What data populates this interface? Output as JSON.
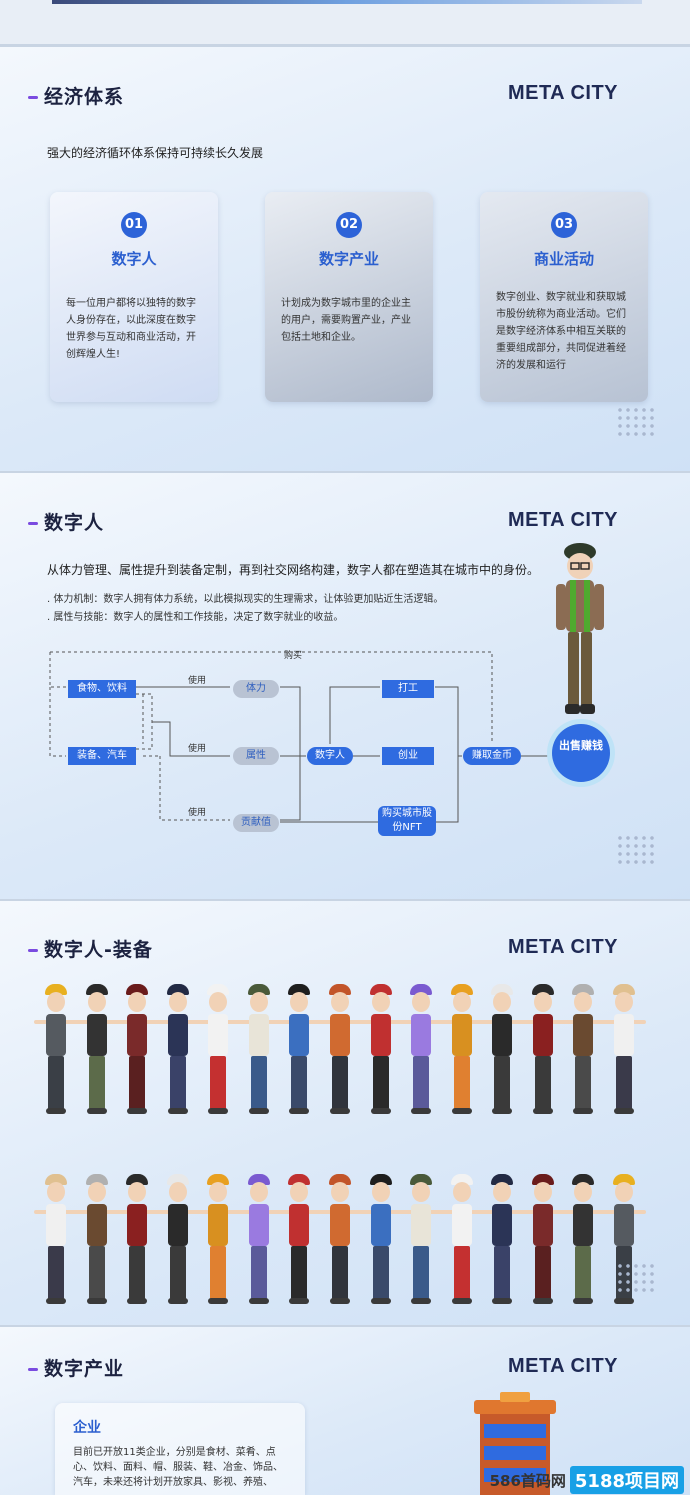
{
  "header": {},
  "economy": {
    "title": "经济体系",
    "brand": "META CITY",
    "subtitle": "强大的经济循环体系保持可持续长久发展",
    "cards": [
      {
        "num": "01",
        "title": "数字人",
        "body": "每一位用户都将以独特的数字人身份存在，以此深度在数字世界参与互动和商业活动，开创辉煌人生!"
      },
      {
        "num": "02",
        "title": "数字产业",
        "body": "计划成为数字城市里的企业主的用户，需要购置产业，产业包括土地和企业。"
      },
      {
        "num": "03",
        "title": "商业活动",
        "body": "数字创业、数字就业和获取城市股份统称为商业活动。它们是数字经济体系中相互关联的重要组成部分，共同促进着经济的发展和运行"
      }
    ]
  },
  "digital_human": {
    "title": "数字人",
    "brand": "META CITY",
    "intro": "从体力管理、属性提升到装备定制，再到社交网络构建，数字人都在塑造其在城市中的身份。",
    "bullets": [
      ". 体力机制：数字人拥有体力系统，以此模拟现实的生理需求，让体验更加贴近生活逻辑。",
      ". 属性与技能：数字人的属性和工作技能，决定了数字就业的收益。"
    ],
    "flow": {
      "buy_label": "购买",
      "use_label_1": "使用",
      "use_label_2": "使用",
      "use_label_3": "使用",
      "food": "食物、饮料",
      "equip": "装备、汽车",
      "stamina": "体力",
      "attribute": "属性",
      "contribution": "贡献值",
      "human": "数字人",
      "work": "打工",
      "startup": "创业",
      "buy_shares": "购买城市股份NFT",
      "earn": "赚取金币",
      "sell": "出售赚钱"
    }
  },
  "equipment": {
    "title": "数字人-装备",
    "brand": "META CITY"
  },
  "industry": {
    "title": "数字产业",
    "brand": "META CITY",
    "enterprise_title": "企业",
    "enterprise_body": "目前已开放11类企业，分别是食材、菜肴、点心、饮料、面料、帽、服装、鞋、冶金、饰品、汽车，未来还将计划开放家具、影视、养殖、"
  },
  "watermark": {
    "left": "586首码网",
    "right": "5188项目网"
  },
  "colors": {
    "accent": "#2f6be0",
    "title_dash": "#7a4be0",
    "brand": "#1f2a55"
  }
}
